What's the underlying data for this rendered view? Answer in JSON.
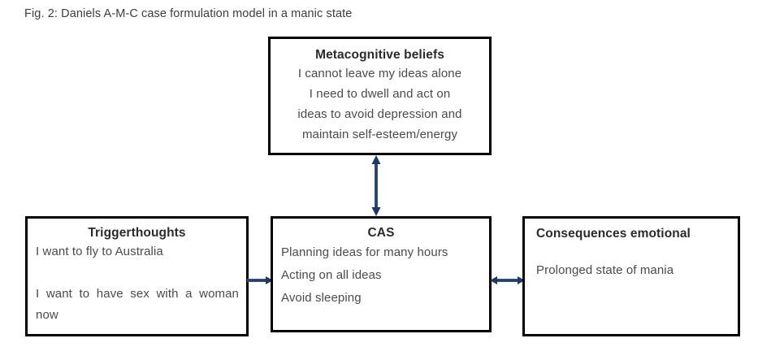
{
  "figure": {
    "caption": "Fig. 2: Daniels A-M-C case formulation model in a manic state"
  },
  "colors": {
    "arrow": "#2E5496",
    "arrow_dark": "#1F3864",
    "box_border": "#000000",
    "text": "#4a4a4a",
    "background": "#ffffff"
  },
  "nodes": {
    "metacognitive": {
      "title": "Metacognitive beliefs",
      "lines": [
        "I cannot leave my ideas alone",
        "I need to dwell and act on",
        "ideas to avoid depression and",
        "maintain self-esteem/energy"
      ]
    },
    "trigger": {
      "title": "Triggerthoughts",
      "lines": [
        "I want to fly to Australia",
        "I want to have sex with a woman now"
      ]
    },
    "cas": {
      "title": "CAS",
      "lines": [
        "Planning ideas for many hours",
        "Acting on all ideas",
        "Avoid sleeping"
      ]
    },
    "consequences": {
      "title": "Consequences emotional",
      "lines": [
        "Prolonged state of mania"
      ]
    }
  },
  "arrows": [
    {
      "name": "metacognitive-cas",
      "from": "metacognitive",
      "to": "cas",
      "direction": "bidirectional",
      "orientation": "vertical"
    },
    {
      "name": "trigger-cas",
      "from": "trigger",
      "to": "cas",
      "direction": "forward",
      "orientation": "horizontal"
    },
    {
      "name": "cas-consequences",
      "from": "cas",
      "to": "consequences",
      "direction": "bidirectional",
      "orientation": "horizontal"
    }
  ]
}
